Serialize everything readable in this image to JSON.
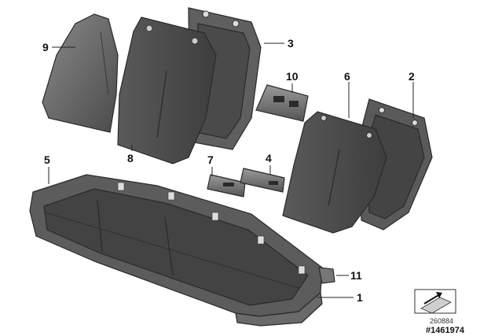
{
  "callouts": {
    "c1": "1",
    "c2": "2",
    "c3": "3",
    "c4": "4",
    "c5": "5",
    "c6": "6",
    "c7": "7",
    "c8": "8",
    "c9": "9",
    "c10": "10",
    "c11": "11"
  },
  "footer": {
    "diagram_code": "260884",
    "reference_number": "#1461974"
  },
  "colors": {
    "part_dark": "#4a4a4a",
    "part_mid": "#6a6a6a",
    "part_light": "#8c8c8c",
    "outline": "#2a2a2a"
  },
  "icons": {
    "orientation": "orientation-arrow-icon"
  }
}
